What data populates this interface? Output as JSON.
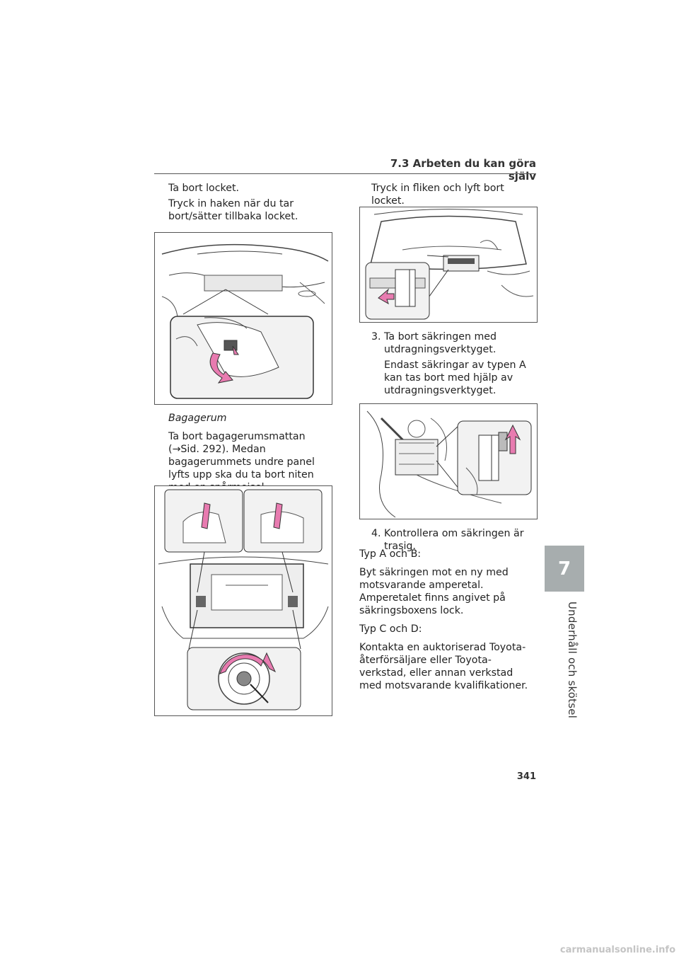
{
  "header": {
    "section": "7.3  Arbeten du kan göra själv"
  },
  "left": {
    "p1": "Ta bort locket.",
    "p2": "Tryck in haken när du tar bort/sätter tillbaka locket.",
    "subheading": "Bagagerum",
    "p3": "Ta bort bagagerumsmattan (→Sid. 292). Medan bagagerummets undre panel lyfts upp ska du ta bort niten med en spårmejsel."
  },
  "right": {
    "p1": "Tryck in fliken och lyft bort locket.",
    "step3": "3. Ta bort säkringen med utdragningsverktyget.",
    "step3_note": "Endast säkringar av typen A kan tas bort med hjälp av utdragningsverktyget.",
    "step4": "4. Kontrollera om säkringen är trasig.",
    "typ_ab": "Typ A och B:",
    "typ_ab_text": "Byt säkringen mot en ny med motsvarande amperetal. Amperetalet finns angivet på säkringsboxens lock.",
    "typ_cd": "Typ C och D:",
    "typ_cd_text": "Kontakta en auktoriserad Toyota-återförsäljare eller Toyota-verkstad, eller annan verkstad med motsvarande kvalifikationer."
  },
  "sidebar": {
    "chapter": "7",
    "label": "Underhåll och skötsel"
  },
  "page_number": "341",
  "watermark": "carmanualsonline.info",
  "colors": {
    "arrow": "#e87bb0",
    "tab": "#a7adae",
    "panel": "#f2f2f2"
  }
}
